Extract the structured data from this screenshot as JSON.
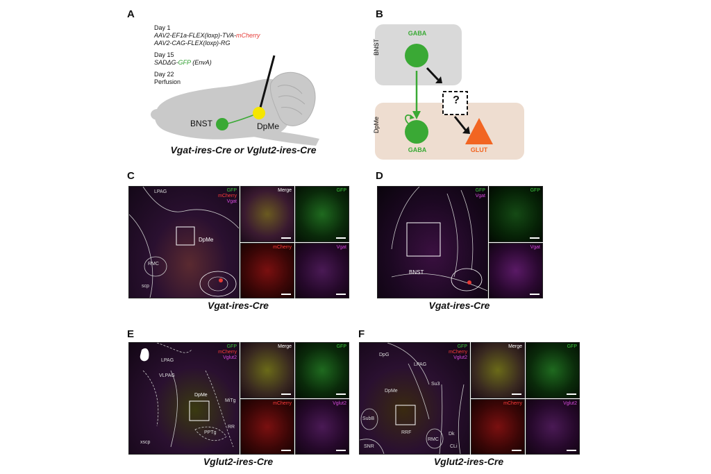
{
  "panels": {
    "A": {
      "letter": "A",
      "day1_label": "Day 1",
      "virus1_prefix": "AAV2-EF1a-FLEX(loxp)-TVA-",
      "virus1_suffix": "mCherry",
      "virus2": "AAV2-CAG-FLEX(loxp)-RG",
      "day15_label": "Day 15",
      "virus3_prefix": "SADΔG-",
      "virus3_mid": "GFP",
      "virus3_suffix": " (EnvA)",
      "day22_label": "Day 22",
      "perfusion": "Perfusion",
      "region_bnst": "BNST",
      "region_dpme": "DpMe",
      "caption": "Vgat-ires-Cre or Vglut2-ires-Cre"
    },
    "B": {
      "letter": "B",
      "top_region": "BNST",
      "bottom_region": "DpMe",
      "gaba_top": "GABA",
      "gaba_bottom": "GABA",
      "glut": "GLUT",
      "question": "?"
    },
    "C": {
      "letter": "C",
      "caption": "Vgat-ires-Cre",
      "main": {
        "region_lpag": "LPAG",
        "region_dpme": "DpMe",
        "region_rmc": "RMC",
        "region_scp": "scp",
        "ch_gfp": "GFP",
        "ch_mcherry": "mCherry",
        "ch_vgat": "Vgat"
      },
      "insets": {
        "merge": "Merge",
        "gfp": "GFP",
        "mcherry": "mCherry",
        "vgat": "Vgat"
      }
    },
    "D": {
      "letter": "D",
      "caption": "Vgat-ires-Cre",
      "main": {
        "region_bnst": "BNST",
        "ch_gfp": "GFP",
        "ch_vgat": "Vgat"
      },
      "insets": {
        "gfp": "GFP",
        "vgat": "Vgat"
      }
    },
    "E": {
      "letter": "E",
      "caption": "Vglut2-ires-Cre",
      "main": {
        "region_lpag": "LPAG",
        "region_vlpag": "VLPAG",
        "region_dpme": "DpMe",
        "region_mitg": "MiTg",
        "region_pptg": "PPTg",
        "region_rr": "RR",
        "region_xscp": "xscp",
        "ch_gfp": "GFP",
        "ch_mcherry": "mCherry",
        "ch_vglut": "Vglut2"
      },
      "insets": {
        "merge": "Merge",
        "gfp": "GFP",
        "mcherry": "mCherry",
        "vglut": "Vglut2"
      }
    },
    "F": {
      "letter": "F",
      "caption": "Vglut2-ires-Cre",
      "main": {
        "region_dpg": "DpG",
        "region_lpag": "LPAG",
        "region_su3": "Su3",
        "region_dpme": "DpMe",
        "region_rmc": "RMC",
        "region_dk": "Dk",
        "region_cli": "CLi",
        "region_subb": "SubB",
        "region_rrf": "RRF",
        "region_snr": "SNR",
        "ch_gfp": "GFP",
        "ch_mcherry": "mCherry",
        "ch_vglut": "Vglut2"
      },
      "insets": {
        "merge": "Merge",
        "gfp": "GFP",
        "mcherry": "mCherry",
        "vglut": "Vglut2"
      }
    }
  },
  "colors": {
    "gaba_green": "#3aa935",
    "glut_orange": "#f26522",
    "bnst_box": "#d9d9d9",
    "dpme_box": "#eeddd0",
    "yellow_injection": "#f5e600",
    "brain_gray": "#c9c9c9"
  }
}
